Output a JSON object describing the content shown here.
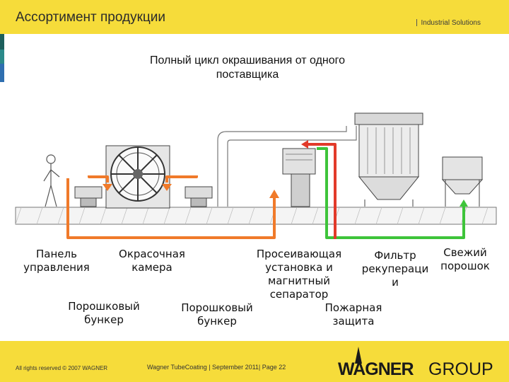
{
  "header": {
    "title": "Ассортимент продукции",
    "brand": "Industrial Solutions"
  },
  "slide": {
    "subtitle_line1": "Полный цикл окрашивания от одного",
    "subtitle_line2": "поставщика"
  },
  "labels": {
    "control_panel": [
      "Панель",
      "управления"
    ],
    "spray_booth": [
      "Окрасочная",
      "камера"
    ],
    "powder_hopper_1": [
      "Порошковый",
      "бункер"
    ],
    "powder_hopper_2": [
      "Порошковый",
      "бункер"
    ],
    "sieve": [
      "Просеивающая",
      "установка и",
      "магнитный",
      "сепаратор"
    ],
    "filter": [
      "Фильтр",
      "рекупераци",
      "и"
    ],
    "fire_protection": [
      "Пожарная",
      "защита"
    ],
    "fresh_powder": [
      "Свежий",
      "порошок"
    ]
  },
  "footer": {
    "rights": "All rights reserved © 2007 WAGNER",
    "meta": "Wagner TubeCoating | September 2011| Page 22",
    "logo_wagner": "WAGNER",
    "logo_group": "GROUP"
  },
  "colors": {
    "header_yellow": "#f6dc3a",
    "orange_line": "#f07a2a",
    "green_line": "#3ec43a",
    "red_line": "#e23a2a",
    "stripe_dark_teal": "#1d5f5c",
    "stripe_teal": "#2b8a8a",
    "stripe_blue": "#2f6fb0"
  }
}
